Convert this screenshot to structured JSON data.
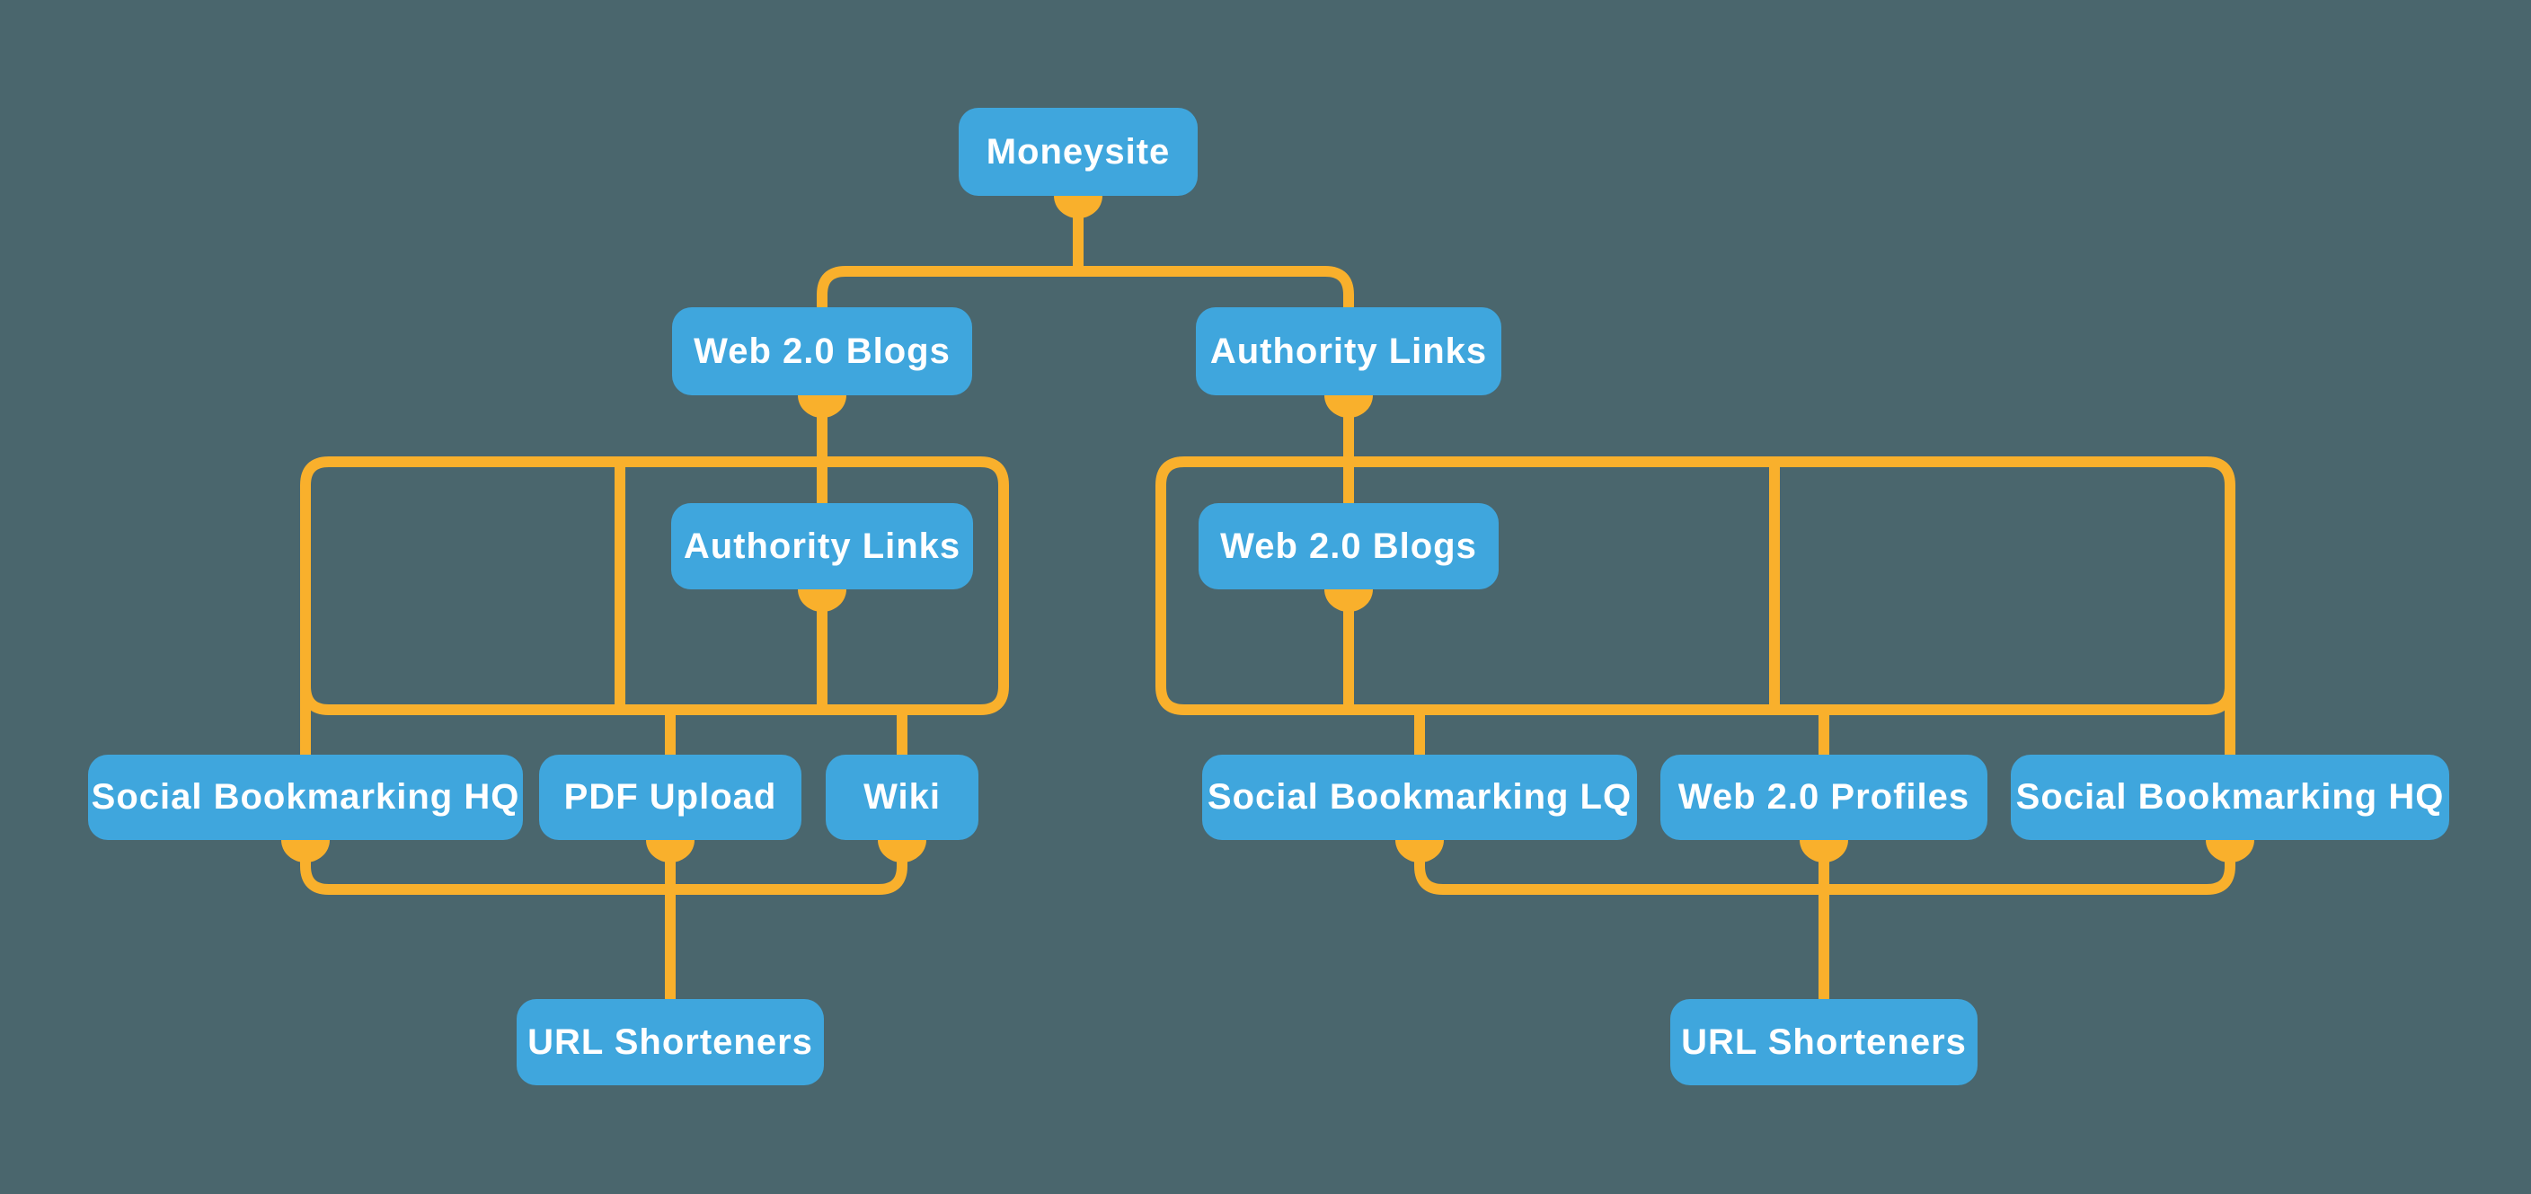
{
  "diagram": {
    "colors": {
      "bg": "#4A666D",
      "node": "#3FA6DD",
      "connector": "#F9B02C",
      "text": "#FFFFFF"
    },
    "nodes": {
      "root": {
        "label": "Moneysite"
      },
      "l1_left": {
        "label": "Web 2.0 Blogs"
      },
      "l1_right": {
        "label": "Authority Links"
      },
      "l2_left": {
        "label": "Authority Links"
      },
      "l2_right": {
        "label": "Web 2.0 Blogs"
      },
      "l3_left_a": {
        "label": "Social Bookmarking HQ"
      },
      "l3_left_b": {
        "label": "PDF Upload"
      },
      "l3_left_c": {
        "label": "Wiki"
      },
      "l3_right_a": {
        "label": "Social Bookmarking LQ"
      },
      "l3_right_b": {
        "label": "Web 2.0 Profiles"
      },
      "l3_right_c": {
        "label": "Social Bookmarking HQ"
      },
      "l4_left": {
        "label": "URL Shorteners"
      },
      "l4_right": {
        "label": "URL Shorteners"
      }
    },
    "edges": [
      [
        "root",
        "l1_left"
      ],
      [
        "root",
        "l1_right"
      ],
      [
        "l1_left",
        "l2_left"
      ],
      [
        "l2_left",
        "l3_left_a"
      ],
      [
        "l2_left",
        "l3_left_b"
      ],
      [
        "l2_left",
        "l3_left_c"
      ],
      [
        "l3_left_a",
        "l4_left"
      ],
      [
        "l3_left_b",
        "l4_left"
      ],
      [
        "l3_left_c",
        "l4_left"
      ],
      [
        "l1_right",
        "l2_right"
      ],
      [
        "l2_right",
        "l3_right_a"
      ],
      [
        "l2_right",
        "l3_right_b"
      ],
      [
        "l2_right",
        "l3_right_c"
      ],
      [
        "l3_right_a",
        "l4_right"
      ],
      [
        "l3_right_b",
        "l4_right"
      ],
      [
        "l3_right_c",
        "l4_right"
      ]
    ]
  }
}
